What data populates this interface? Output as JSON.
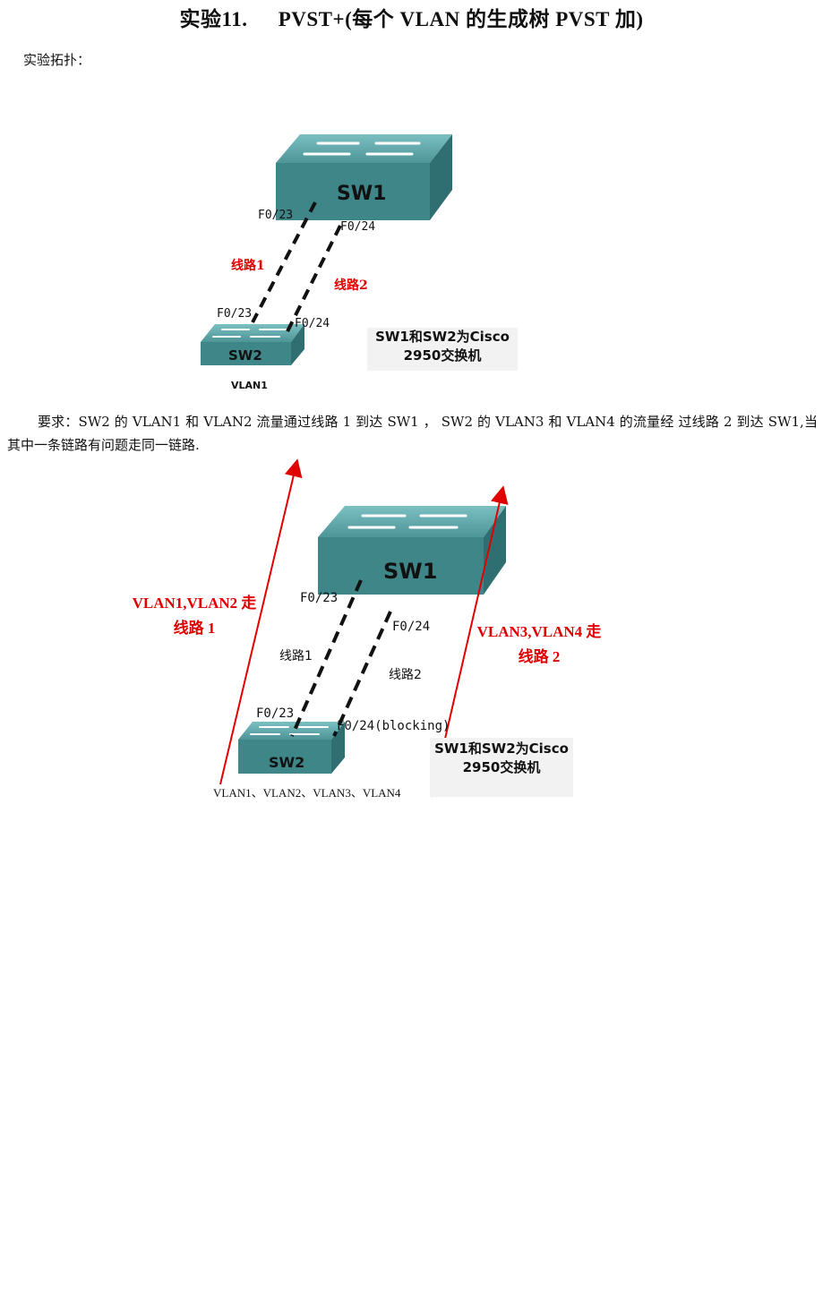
{
  "title": {
    "number": "实验11.",
    "main": "PVST+(每个 VLAN 的生成树 PVST 加)"
  },
  "section_label": "实验拓扑：",
  "requirement": "要求：SW2 的 VLAN1 和 VLAN2 流量通过线路 1 到达 SW1 ， SW2 的 VLAN3 和 VLAN4 的流量经 过线路 2 到达 SW1,当其中一条链路有问题走同一链路.",
  "diagram1": {
    "sw1": "SW1",
    "sw2": "SW2",
    "sw1_port_a": "F0/23",
    "sw1_port_b": "F0/24",
    "sw2_port_a": "F0/23",
    "sw2_port_b": "F0/24",
    "link1": "线路1",
    "link2": "线路2",
    "note_line1": "SW1和SW2为Cisco",
    "note_line2": "2950交换机",
    "vlan_label": "VLAN1"
  },
  "diagram2": {
    "sw1": "SW1",
    "sw2": "SW2",
    "sw1_port_a": "F0/23",
    "sw1_port_b": "F0/24",
    "sw2_port_a": "F0/23",
    "sw2_port_b": "F0/24(blocking)",
    "link1": "线路1",
    "link2": "线路2",
    "left_arrow_line1": "VLAN1,VLAN2 走",
    "left_arrow_line2": "线路 1",
    "right_arrow_line1": "VLAN3,VLAN4 走",
    "right_arrow_line2": "线路 2",
    "note_line1": "SW1和SW2为Cisco",
    "note_line2": "2950交换机",
    "vlan_label": "VLAN1、VLAN2、VLAN3、VLAN4"
  },
  "colors": {
    "switch_top": "#5fa3a6",
    "switch_side": "#3d8285",
    "arrow": "#e00000"
  }
}
